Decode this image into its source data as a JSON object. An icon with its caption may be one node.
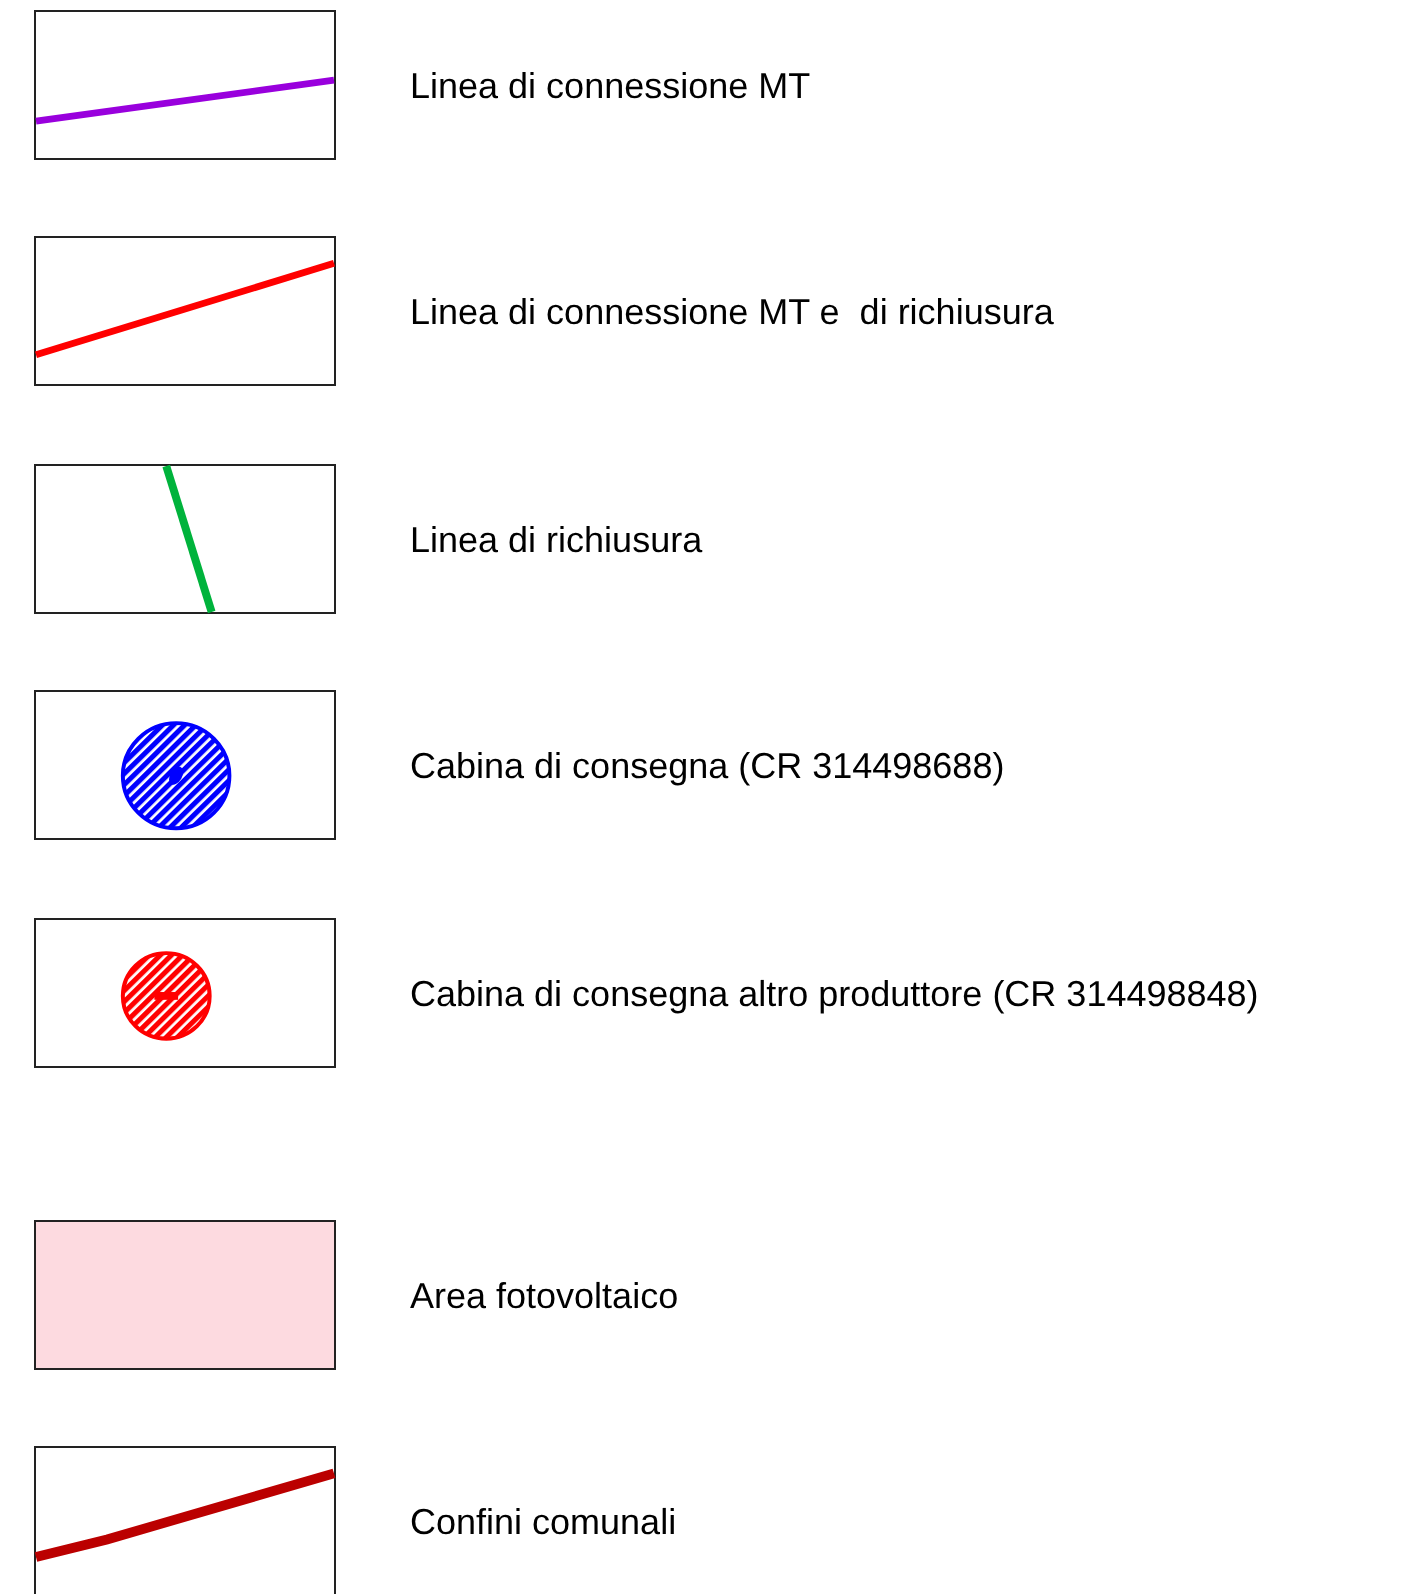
{
  "diagram": {
    "legend": [
      {
        "text": "Linea di connessione MT"
      },
      {
        "text": "Linea di connessione MT e  di richiusura"
      },
      {
        "text": "Linea di richiusura"
      },
      {
        "text": "Cabina di consegna (CR 314498688)"
      },
      {
        "text": "Cabina di consegna altro produttore (CR 314498848)"
      },
      {
        "text": "Area fotovoltaico",
        "color": "#fddae0"
      },
      {
        "text": "Confini comunali"
      }
    ]
  }
}
